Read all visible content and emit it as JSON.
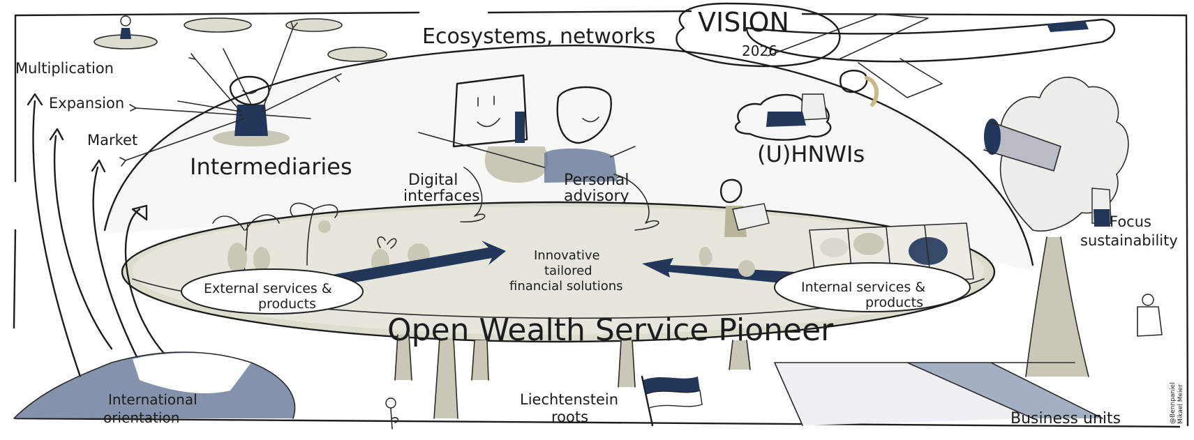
{
  "vision": {
    "word": "VISION",
    "year": "2026"
  },
  "texts": {
    "ecosystems": "Ecosystems, networks",
    "multiplication": "Multiplication",
    "expansion": "Expansion",
    "market": "Market",
    "intermediaries": "Intermediaries",
    "digital_interfaces_1": "Digital",
    "digital_interfaces_2": "interfaces",
    "personal_advisory_1": "Personal",
    "personal_advisory_2": "advisory",
    "uhnwis": "(U)HNWIs",
    "focus_1": "Focus",
    "focus_2": "sustainability",
    "innovative_1": "Innovative",
    "innovative_2": "tailored",
    "innovative_3": "financial solutions",
    "external_1": "External services &",
    "external_2": "products",
    "internal_1": "Internal services &",
    "internal_2": "products",
    "main_title": "Open Wealth Service Pioneer",
    "international_1": "International",
    "international_2": "orientation",
    "liechtenstein_1": "Liechtenstein",
    "liechtenstein_2": "roots",
    "business_units": "Business units",
    "credit_1": "@Bennpaniel",
    "credit_2": "Mikael Meier"
  },
  "colors": {
    "ink": "#1c1c1c",
    "navy": "#22375a",
    "wash": "#dcdccf",
    "grey": "#b9bcc4"
  }
}
